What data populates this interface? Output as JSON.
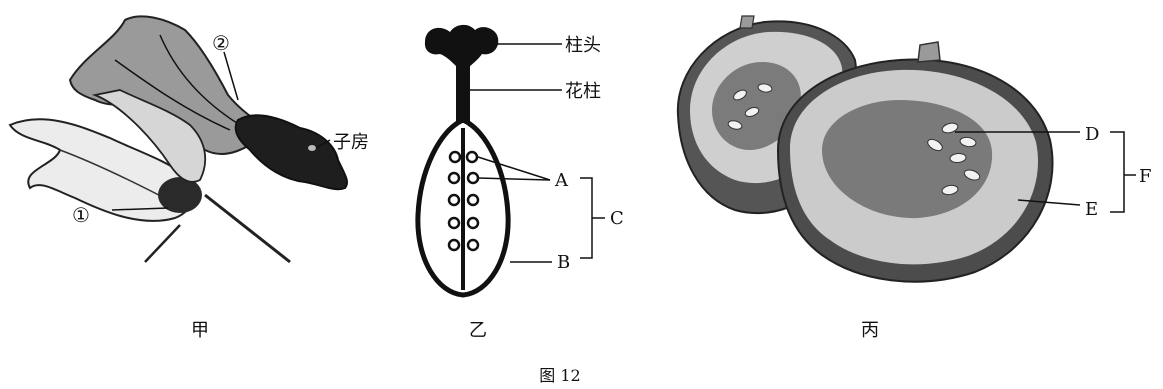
{
  "figure_caption": "图 12",
  "panel_jia": {
    "caption": "甲",
    "label_ovary": "子房",
    "marker_1": "①",
    "marker_2": "②"
  },
  "panel_yi": {
    "caption": "乙",
    "label_stigma": "柱头",
    "label_style": "花柱",
    "label_a": "A",
    "label_b": "B",
    "label_c": "C"
  },
  "panel_bing": {
    "caption": "丙",
    "label_d": "D",
    "label_e": "E",
    "label_f": "F"
  },
  "colors": {
    "ink": "#111111",
    "flesh": "#c9c9c9",
    "rind": "#5a5a5a",
    "cavity": "#7d7d7d",
    "seed": "#f2f2f2"
  }
}
